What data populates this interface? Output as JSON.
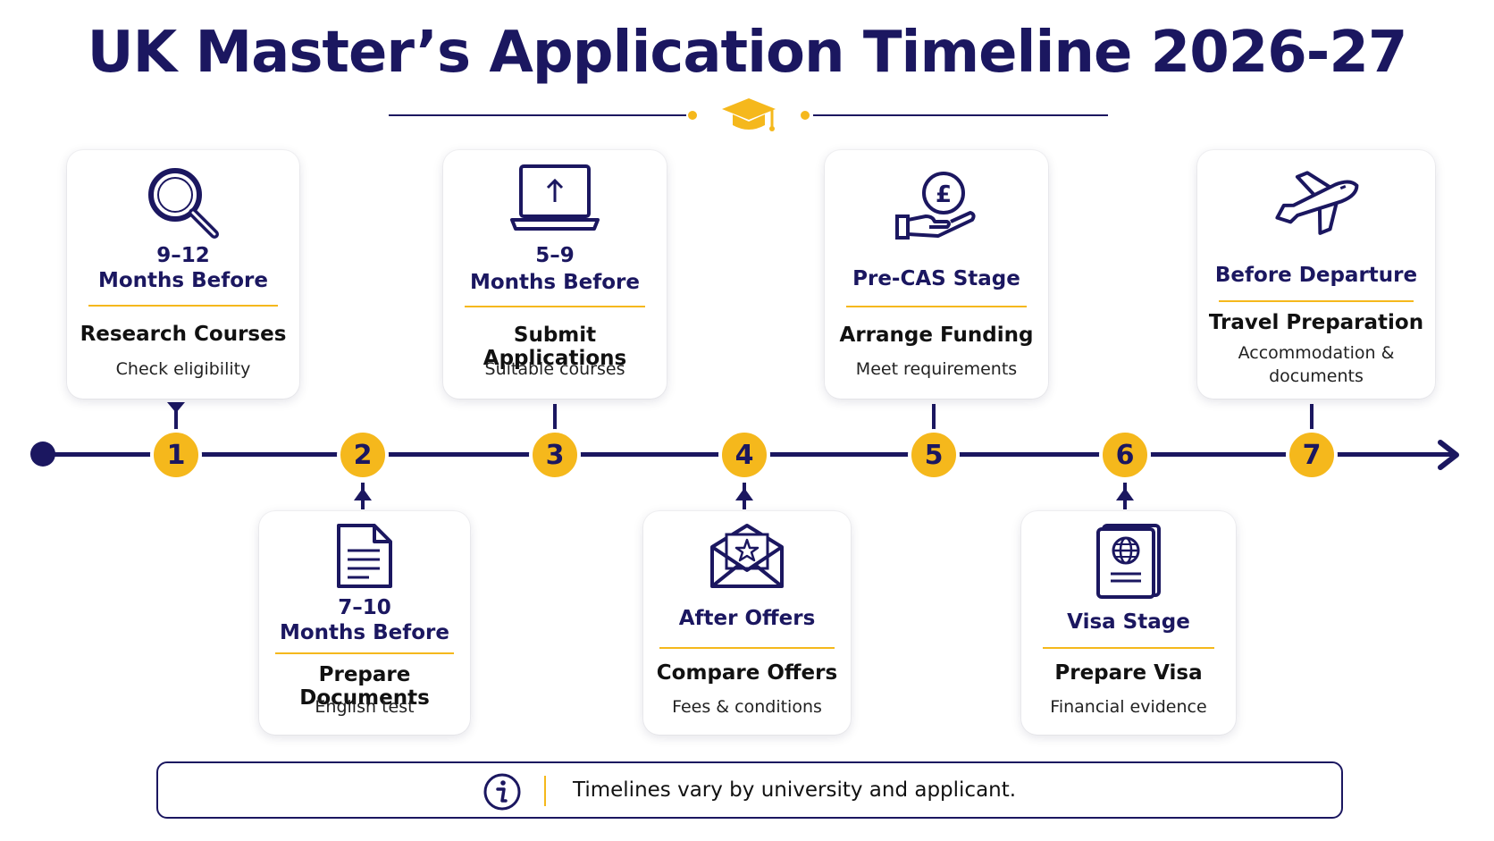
{
  "title": "UK Master’s Application Timeline 2026-27",
  "colors": {
    "navy": "#1b1760",
    "gold": "#f5b81c"
  },
  "steps": [
    {
      "number": "1",
      "when_line1": "9–12",
      "when_line2": "Months Before",
      "task": "Research Courses",
      "detail": "Check eligibility",
      "icon": "magnifier-icon"
    },
    {
      "number": "2",
      "when_line1": "7–10",
      "when_line2": "Months Before",
      "task": "Prepare Documents",
      "detail": "English test",
      "icon": "document-icon"
    },
    {
      "number": "3",
      "when_line1": "5–9",
      "when_line2": "Months Before",
      "task": "Submit Applications",
      "detail": "Suitable courses",
      "icon": "laptop-upload-icon"
    },
    {
      "number": "4",
      "when_line1": "After Offers",
      "when_line2": "",
      "task": "Compare Offers",
      "detail": "Fees & conditions",
      "icon": "envelope-star-icon"
    },
    {
      "number": "5",
      "when_line1": "Pre-CAS Stage",
      "when_line2": "",
      "task": "Arrange Funding",
      "detail": "Meet requirements",
      "icon": "pound-hand-icon"
    },
    {
      "number": "6",
      "when_line1": "Visa Stage",
      "when_line2": "",
      "task": "Prepare Visa",
      "detail": "Financial evidence",
      "icon": "passport-icon"
    },
    {
      "number": "7",
      "when_line1": "Before Departure",
      "when_line2": "",
      "task": "Travel Preparation",
      "detail_line1": "Accommodation &",
      "detail_line2": "documents",
      "icon": "airplane-icon"
    }
  ],
  "note": {
    "text": "Timelines vary by university and applicant.",
    "icon": "info-icon"
  }
}
